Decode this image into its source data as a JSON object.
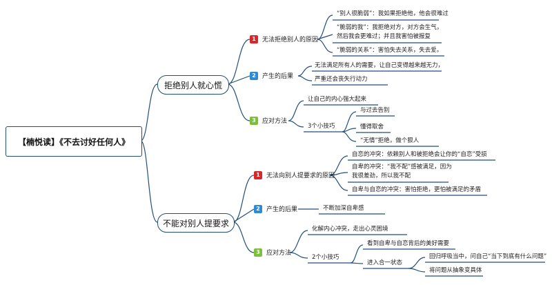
{
  "root": {
    "title": "【楠悦读】《不去讨好任何人》"
  },
  "branch1": {
    "title": "拒绝别人就心慌",
    "s1": {
      "badge": "1",
      "label": "无法拒绝别人的原因",
      "items": [
        "“别人很脆弱”：我如果拒绝他，他会很难过",
        "“脆弱的我”：我拒绝对方，对方会生气，",
        "然后我会更难过；并且我害怕被报复",
        "“脆弱的关系”：害怕失去关系，失去爱。"
      ]
    },
    "s2": {
      "badge": "2",
      "label": "产生的后果",
      "items": [
        "无法满足所有人的需要，让自己变得越来越无力，",
        "严重还会丧失行动力"
      ]
    },
    "s3": {
      "badge": "3",
      "label": "应对方法",
      "top": "让自己的内心强大起来",
      "tips": "3个小技巧",
      "tip_items": [
        "与过去告别",
        "懂得取舍",
        "“无情”拒绝，做个狠人"
      ]
    }
  },
  "branch2": {
    "title": "不能对别人提要求",
    "s1": {
      "badge": "1",
      "label": "无法向别人提要求的原因",
      "items": [
        "自恋的冲突：依赖别人和被拒绝会让你的“自恋”受损",
        "自卑的冲突：“我不配”感被满足，因为",
        "我很差劲，所以我不配",
        "自卑与自恋的冲突：害怕拒绝，更怕被满足的矛盾"
      ]
    },
    "s2": {
      "badge": "2",
      "label": "产生的后果",
      "item": "不断加深自卑感"
    },
    "s3": {
      "badge": "3",
      "label": "应对方法",
      "top": "化解内心冲突，走出心灵困境",
      "tips": "2个小技巧",
      "tip1": "看到自卑与自恋背后的美好需要",
      "tip2": "进入合一状态",
      "tip2_items": [
        "回归呼吸当中，问自己“当下到底有什么问题”",
        "将问题从抽象变具体"
      ]
    }
  }
}
